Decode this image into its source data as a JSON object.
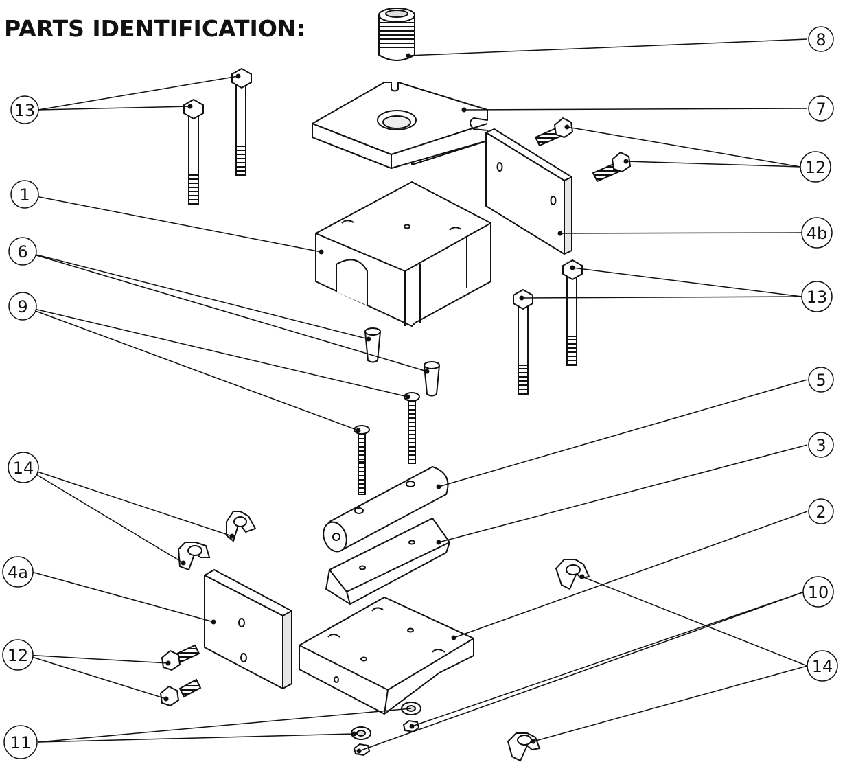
{
  "title": "PARTS IDENTIFICATION:",
  "callouts": {
    "c1": "1",
    "c2": "2",
    "c3": "3",
    "c4a": "4a",
    "c4b": "4b",
    "c5": "5",
    "c6": "6",
    "c7": "7",
    "c8": "8",
    "c9": "9",
    "c10": "10",
    "c11": "11",
    "c12a": "12",
    "c12b": "12",
    "c13a": "13",
    "c13b": "13",
    "c14a": "14",
    "c14b": "14"
  },
  "colors": {
    "line": "#111111",
    "fill": "#ffffff",
    "shade": "#e6e6e6"
  }
}
